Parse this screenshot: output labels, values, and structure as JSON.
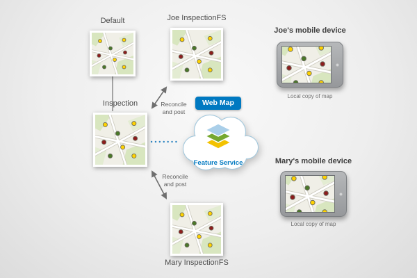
{
  "diagram": {
    "nodes": {
      "default": {
        "label": "Default"
      },
      "joe_fs": {
        "label": "Joe InspectionFS"
      },
      "inspection": {
        "label": "Inspection"
      },
      "mary_fs": {
        "label": "Mary InspectionFS"
      }
    },
    "cloud": {
      "badge_label": "Web Map",
      "service_label": "Feature Service"
    },
    "edges": {
      "reconcile_top": {
        "line1": "Reconcile",
        "line2": "and post"
      },
      "reconcile_bottom": {
        "line1": "Reconcile",
        "line2": "and post"
      }
    },
    "devices": {
      "joe": {
        "title": "Joe's mobile device",
        "caption": "Local copy of map"
      },
      "mary": {
        "title": "Mary's mobile device",
        "caption": "Local copy of map"
      }
    },
    "colors": {
      "esri_blue": "#0079c1",
      "cloud_outline": "#a5c9dd",
      "dot_yellow": "#ffd200",
      "dot_green": "#4a7729",
      "dot_red": "#8c1d1d"
    }
  }
}
